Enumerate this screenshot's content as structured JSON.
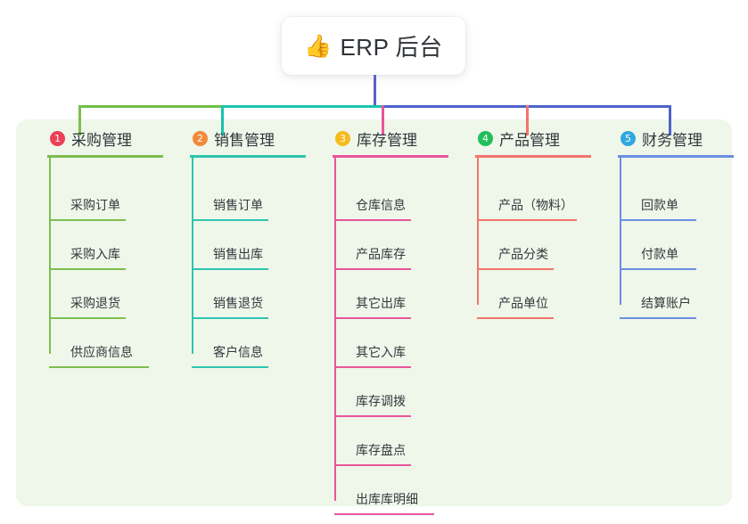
{
  "diagram": {
    "type": "mind-map",
    "background": "#ffffff",
    "panel_color": "#eef7e9",
    "root": {
      "icon": "thumbs-up-icon",
      "emoji": "👍",
      "title": "ERP 后台",
      "stem_color": "#5b63c4"
    },
    "connector_segments": [
      {
        "from": "col1",
        "to": "col2",
        "color": "#72bf44"
      },
      {
        "from": "col2",
        "to": "col3",
        "color": "#19c3ae"
      },
      {
        "from": "col3",
        "to": "col5",
        "color": "#4d63c9"
      }
    ],
    "branches": [
      {
        "index": "1",
        "badge_number": "1",
        "badge_color": "#ec4055",
        "line_color": "#7dbe4e",
        "stem_color": "#7dbe4e",
        "title": "采购管理",
        "items": [
          {
            "label": "采购订单"
          },
          {
            "label": "采购入库"
          },
          {
            "label": "采购退货"
          },
          {
            "label": "供应商信息",
            "wide": true
          }
        ]
      },
      {
        "index": "2",
        "badge_number": "2",
        "badge_color": "#f08a38",
        "line_color": "#2ec4b0",
        "stem_color": "#19c3ae",
        "title": "销售管理",
        "items": [
          {
            "label": "销售订单"
          },
          {
            "label": "销售出库"
          },
          {
            "label": "销售退货"
          },
          {
            "label": "客户信息"
          }
        ]
      },
      {
        "index": "3",
        "badge_number": "3",
        "badge_color": "#f5bb1d",
        "line_color": "#e8559b",
        "stem_color": "#e8559b",
        "title": "库存管理",
        "items": [
          {
            "label": "仓库信息"
          },
          {
            "label": "产品库存"
          },
          {
            "label": "其它出库"
          },
          {
            "label": "其它入库"
          },
          {
            "label": "库存调拨"
          },
          {
            "label": "库存盘点"
          },
          {
            "label": "出库库明细",
            "wide": true
          }
        ]
      },
      {
        "index": "4",
        "badge_number": "4",
        "badge_color": "#21bf5b",
        "line_color": "#f4736e",
        "stem_color": "#f4736e",
        "title": "产品管理",
        "items": [
          {
            "label": "产品（物料）",
            "wide": true
          },
          {
            "label": "产品分类"
          },
          {
            "label": "产品单位"
          }
        ]
      },
      {
        "index": "5",
        "badge_number": "5",
        "badge_color": "#31a8e0",
        "line_color": "#6b8fe0",
        "stem_color": "#4d63c9",
        "title": "财务管理",
        "items": [
          {
            "label": "回款单"
          },
          {
            "label": "付款单"
          },
          {
            "label": "结算账户"
          }
        ]
      }
    ]
  }
}
